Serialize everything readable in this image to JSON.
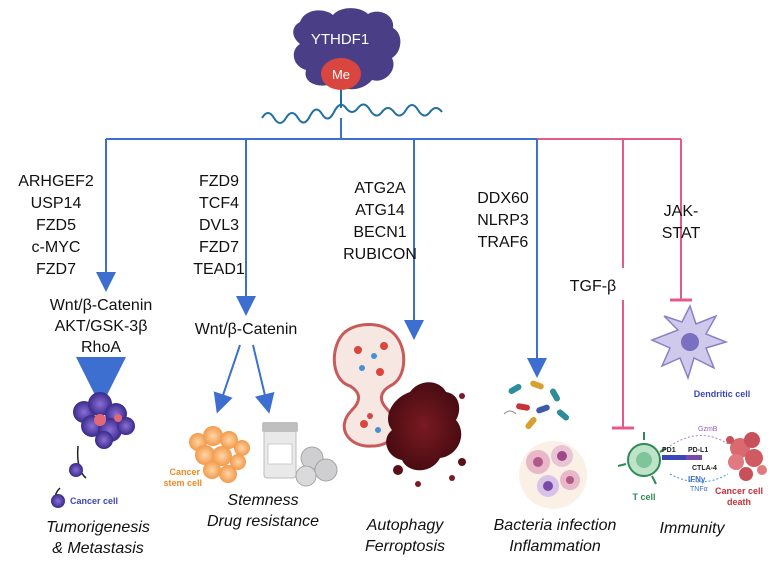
{
  "protein": {
    "name": "YTHDF1",
    "mark": "Me"
  },
  "colors": {
    "activate": "#3d6fd0",
    "inhibit": "#e65a8a",
    "protein": "#4a3f86",
    "mark": "#d8463f",
    "rna": "#1f6fa0"
  },
  "branches": [
    {
      "id": "tumorigenesis",
      "genes": [
        "ARHGEF2",
        "USP14",
        "FZD5",
        "c-MYC",
        "FZD7"
      ],
      "pathway": [
        "Wnt/β-Catenin",
        "AKT/GSK-3β",
        "RhoA"
      ],
      "outcome": [
        "Tumorigenesis",
        "& Metastasis"
      ],
      "cell_label": "Cancer cell"
    },
    {
      "id": "stemness",
      "genes": [
        "FZD9",
        "TCF4",
        "DVL3",
        "FZD7",
        "TEAD1"
      ],
      "pathway": [
        "Wnt/β-Catenin"
      ],
      "outcome": [
        "Stemness",
        "Drug resistance"
      ],
      "cell_label": [
        "Cancer",
        "stem cell"
      ]
    },
    {
      "id": "autophagy",
      "genes": [
        "ATG2A",
        "ATG14",
        "BECN1",
        "RUBICON"
      ],
      "outcome": [
        "Autophagy",
        "Ferroptosis"
      ]
    },
    {
      "id": "infection",
      "genes": [
        "DDX60",
        "NLRP3",
        "TRAF6"
      ],
      "outcome": [
        "Bacteria infection",
        "Inflammation"
      ]
    },
    {
      "id": "immunity",
      "inhibitors": [
        "TGF-β",
        [
          "JAK-",
          "STAT"
        ]
      ],
      "outcome": [
        "Immunity"
      ],
      "labels": {
        "dendritic": "Dendritic cell",
        "tcell": "T cell",
        "death": [
          "Cancer cell",
          "death"
        ],
        "pd1": "PD1",
        "pdl1": "PD-L1",
        "ctla4": "CTLA-4",
        "ifng": "IFNγ",
        "tnfa": "TNFα",
        "gzmb": "GzmB"
      }
    }
  ]
}
